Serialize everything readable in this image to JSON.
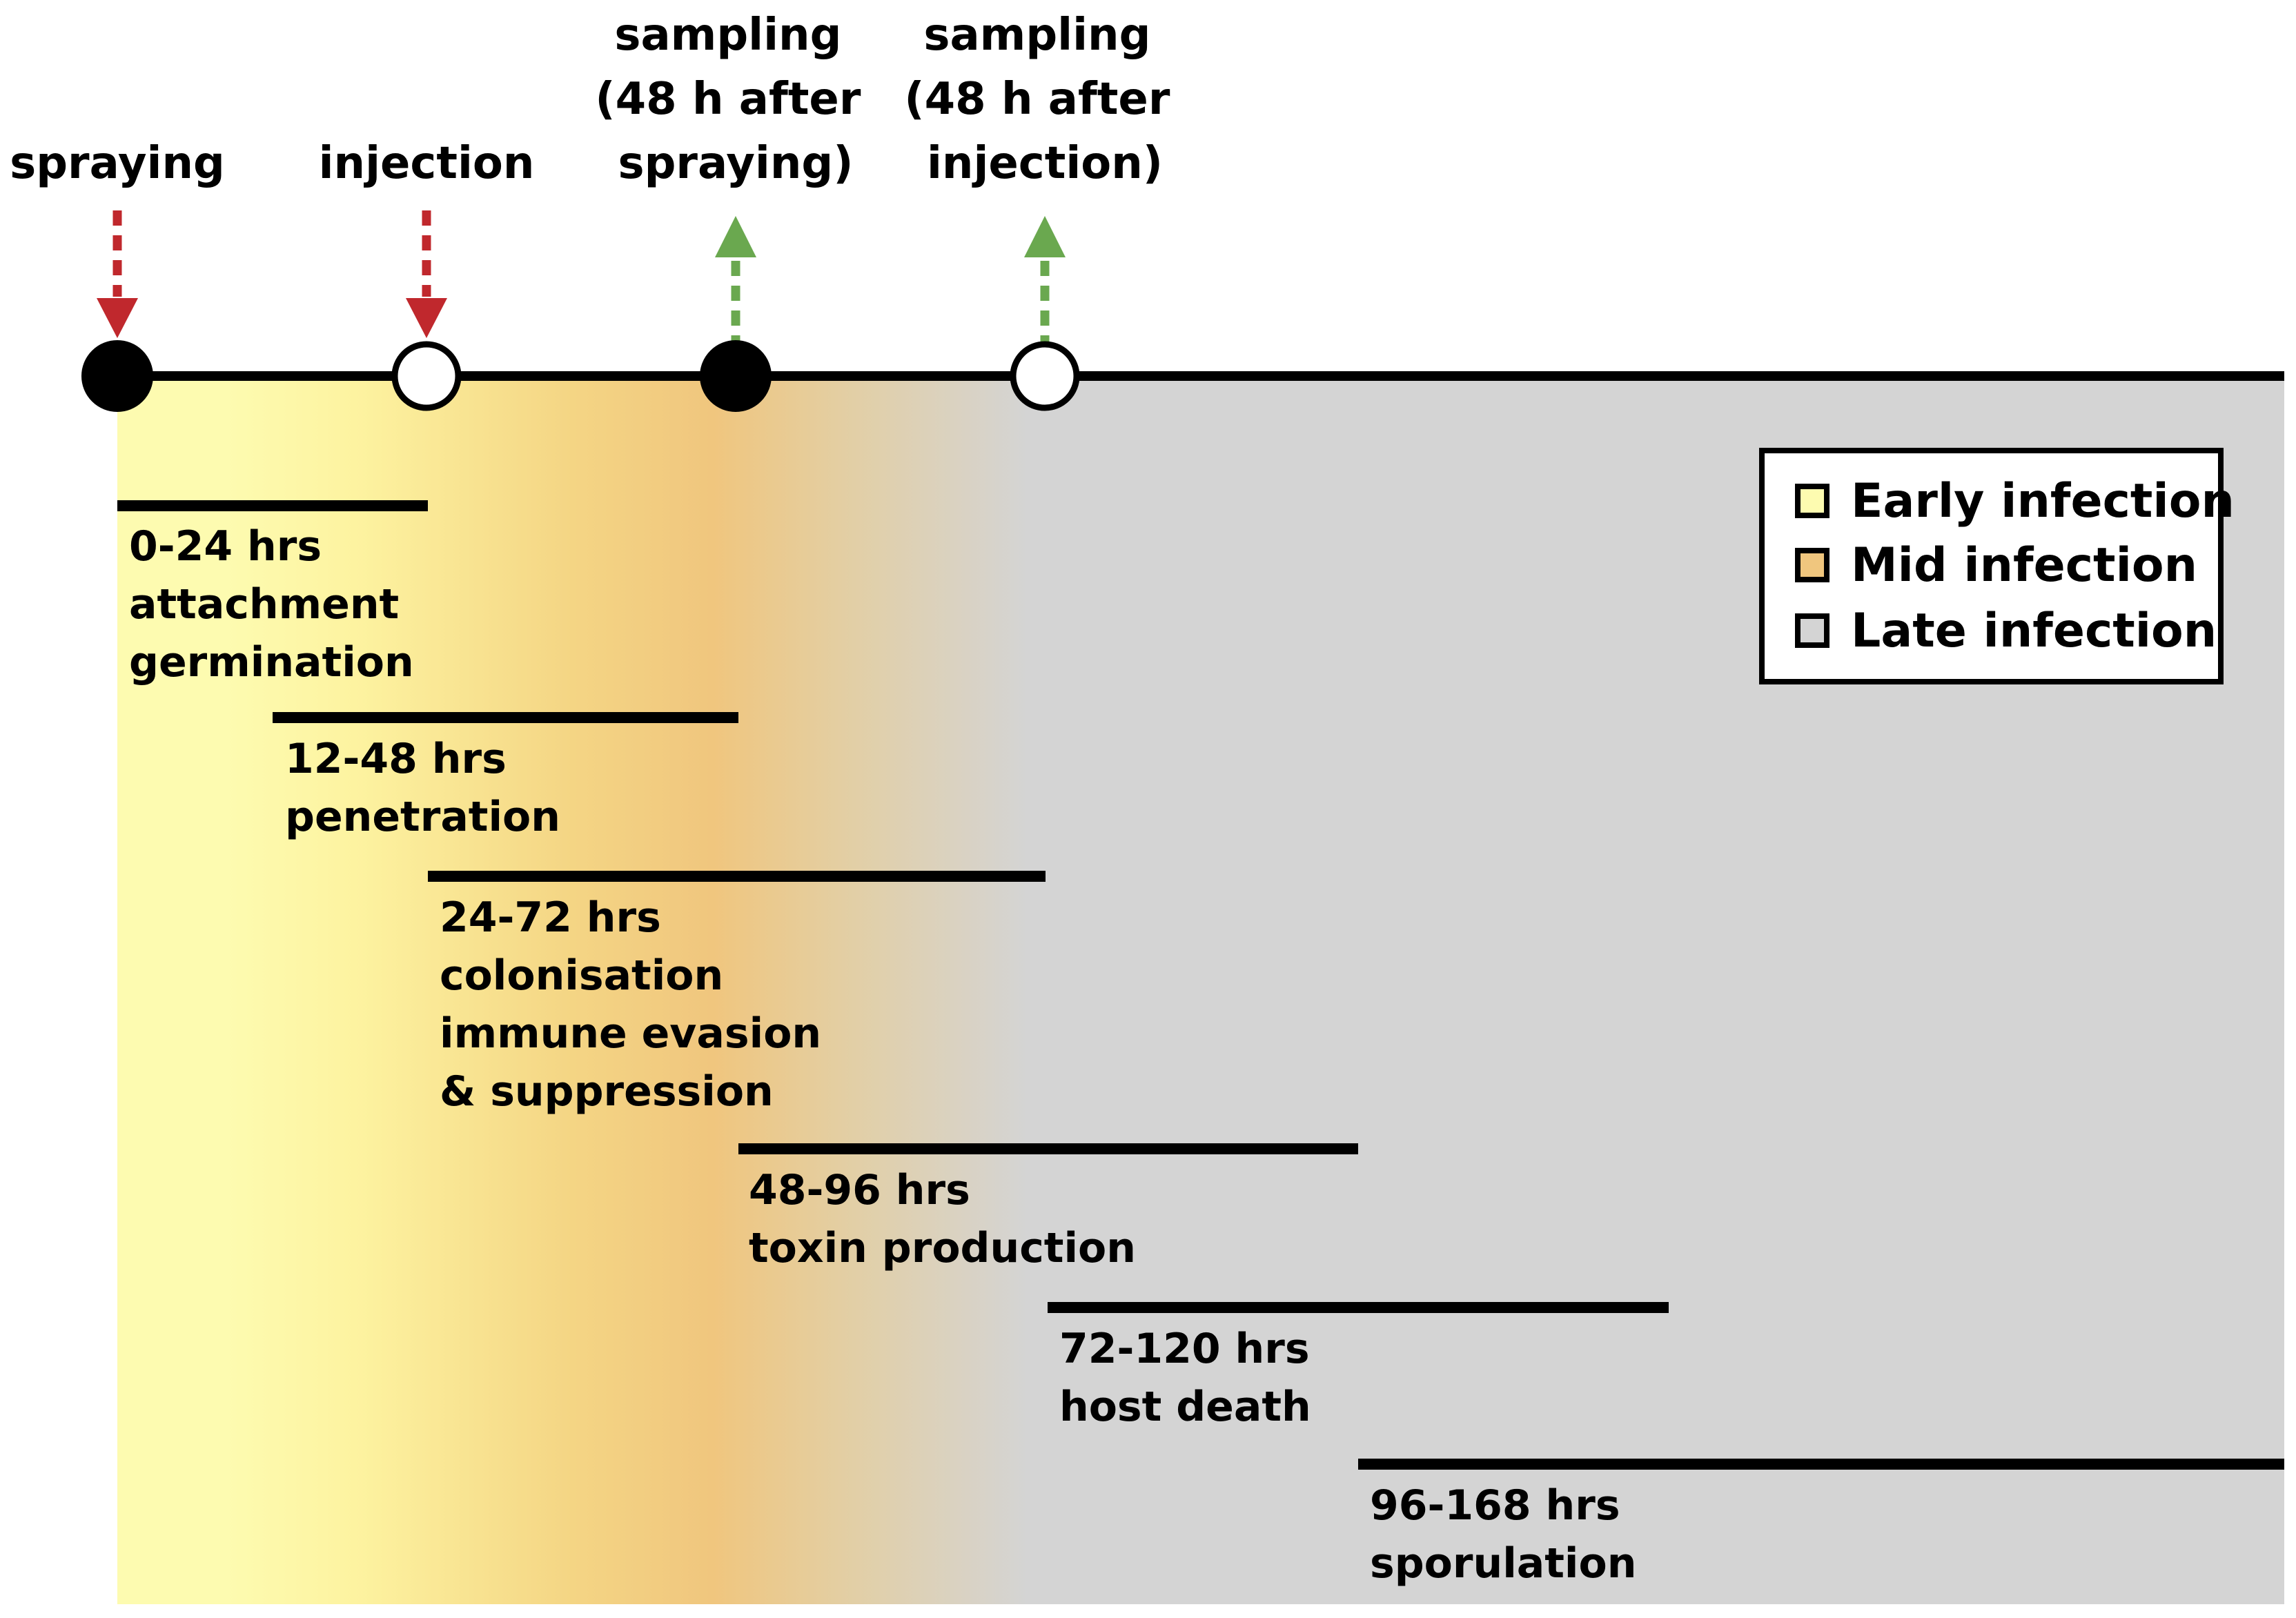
{
  "timeline": {
    "events": [
      {
        "label_lines": [
          "spraying"
        ],
        "marker": "filled-circle",
        "arrow": "down",
        "arrow_color": "#c0282d"
      },
      {
        "label_lines": [
          "injection"
        ],
        "marker": "open-circle",
        "arrow": "down",
        "arrow_color": "#c0282d"
      },
      {
        "label_lines": [
          "sampling",
          "(48 h after",
          "spraying)"
        ],
        "marker": "filled-circle",
        "arrow": "up",
        "arrow_color": "#6aa84f"
      },
      {
        "label_lines": [
          "sampling",
          "(48 h after",
          "injection)"
        ],
        "marker": "open-circle",
        "arrow": "up",
        "arrow_color": "#6aa84f"
      }
    ]
  },
  "phases": [
    {
      "range": "0-24 hrs",
      "activities": [
        "attachment",
        "germination"
      ]
    },
    {
      "range": "12-48 hrs",
      "activities": [
        "penetration"
      ]
    },
    {
      "range": "24-72 hrs",
      "activities": [
        "colonisation",
        "immune evasion",
        "& suppression"
      ]
    },
    {
      "range": "48-96 hrs",
      "activities": [
        "toxin production"
      ]
    },
    {
      "range": "72-120 hrs",
      "activities": [
        "host death"
      ]
    },
    {
      "range": "96-168 hrs",
      "activities": [
        "sporulation"
      ]
    }
  ],
  "legend": {
    "items": [
      {
        "label": "Early infection",
        "color": "#fdfbb0"
      },
      {
        "label": "Mid infection",
        "color": "#f0c67e"
      },
      {
        "label": "Late infection",
        "color": "#d4d4d4"
      }
    ]
  },
  "colors": {
    "early": "#fdfbb0",
    "mid": "#f0c67e",
    "late": "#d4d4d4",
    "down_arrow": "#c0282d",
    "up_arrow": "#6aa84f"
  }
}
